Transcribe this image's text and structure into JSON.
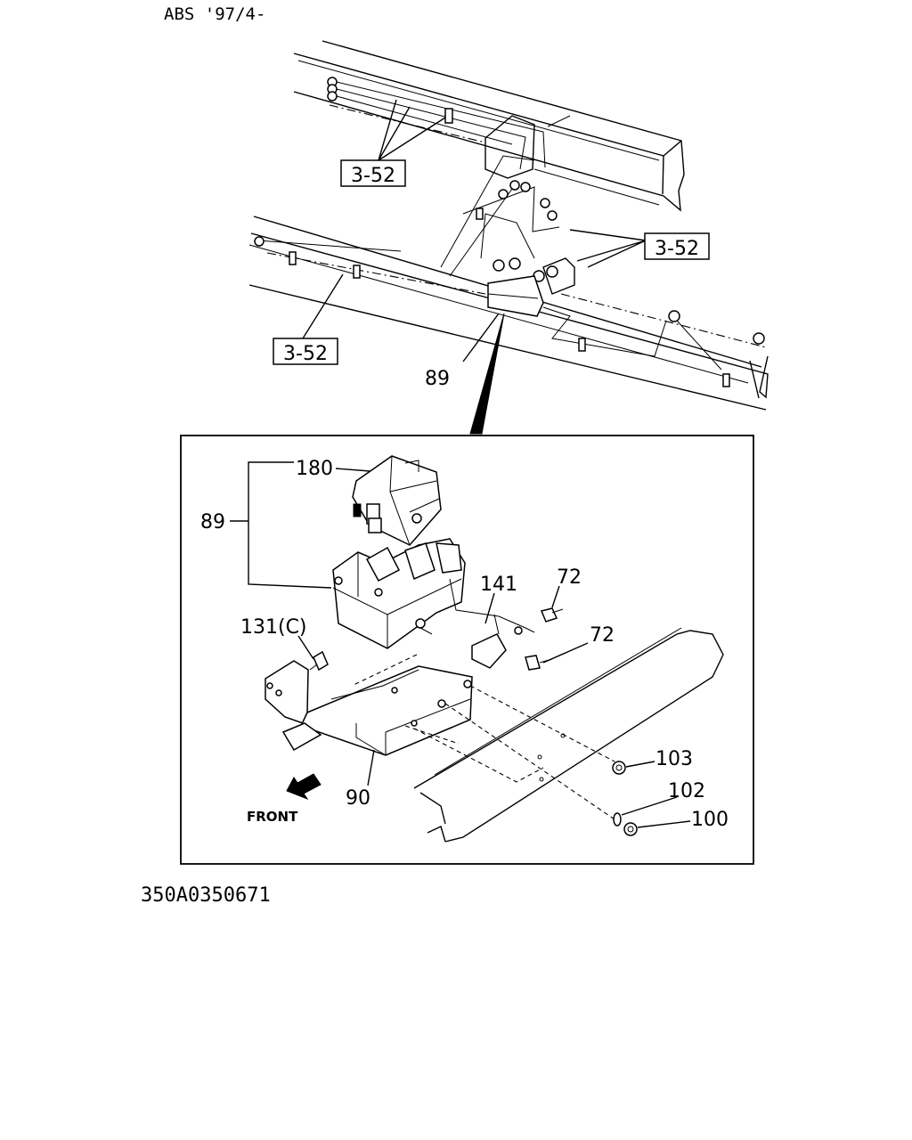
{
  "header": {
    "model_text": "ABS '97/4-"
  },
  "references": {
    "ref_upper_left": "3-52",
    "ref_upper_right": "3-52",
    "ref_lower_left": "3-52"
  },
  "callouts": {
    "c89_top": "89",
    "c180": "180",
    "c89_detail": "89",
    "c141": "141",
    "c72_a": "72",
    "c72_b": "72",
    "c131c": "131(C)",
    "c103": "103",
    "c102": "102",
    "c100": "100",
    "c90": "90"
  },
  "direction": {
    "front_label": "FRONT"
  },
  "footer": {
    "drawing_number": "350A0350671"
  }
}
